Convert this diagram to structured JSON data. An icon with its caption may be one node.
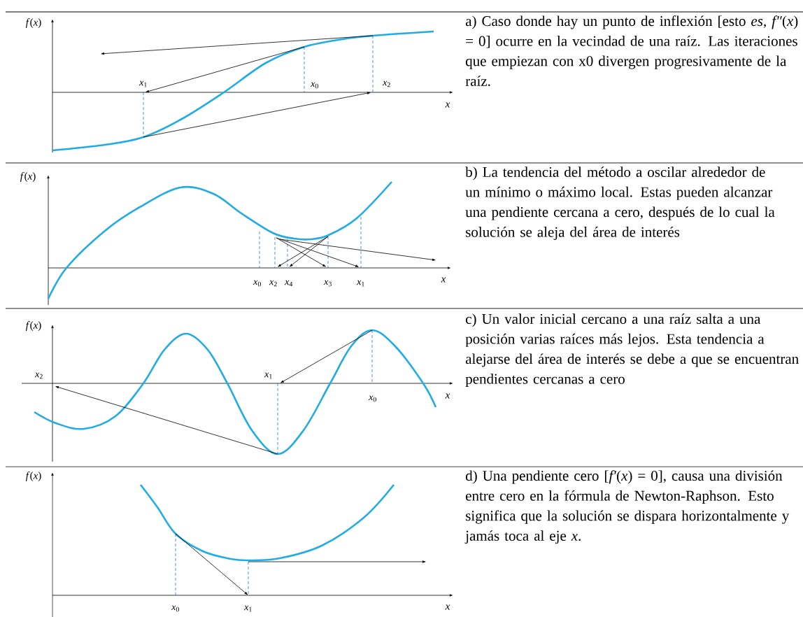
{
  "diagram": {
    "labels": [
      "*f*(*x*)",
      "*x*$_{1}$",
      "*x*$_{0}$",
      "*x*$_{2}$",
      "x",
      "a) Caso donde hay un punto de inflexión [esto *es, f″*(*x*) = 0] ocurre en la vecindad de una raíz. Las iteraciones que empiezan con x0 divergen progresivamente de la raíz.",
      "*f*(*x*)",
      "*x*$_{0}$",
      "*x*$_{2}$",
      "*x*$_{4}$",
      "*x*$_{3}$",
      "*x*$_{1}$",
      "x",
      "b) La tendencia del método a oscilar alrededor de un mínimo o máximo local. Estas pueden alcanzar una pendiente cercana a cero, después de lo cual la solución se aleja del área de interés",
      "*f*(*x*)",
      "*x*$_{2}$",
      "*x*$_{1}$",
      "*x*$_{0}$",
      "x",
      "c) Un valor inicial cercano a una raíz salta a una posición varias raíces más lejos. Esta tendencia a alejarse del área de interés se debe a que se encuentran pendientes cercanas a cero",
      "*f*(*x*)",
      "*x*$_{0}$",
      "*x*$_{1}$",
      "x",
      "d) Una pendiente cero [*f′*(*x*) = 0], causa una división entre cero en la fórmula de Newton-Raphson. Esto significa que la solución se dispara horizontalmente y jamás toca al eje *x*."
    ]
  }
}
